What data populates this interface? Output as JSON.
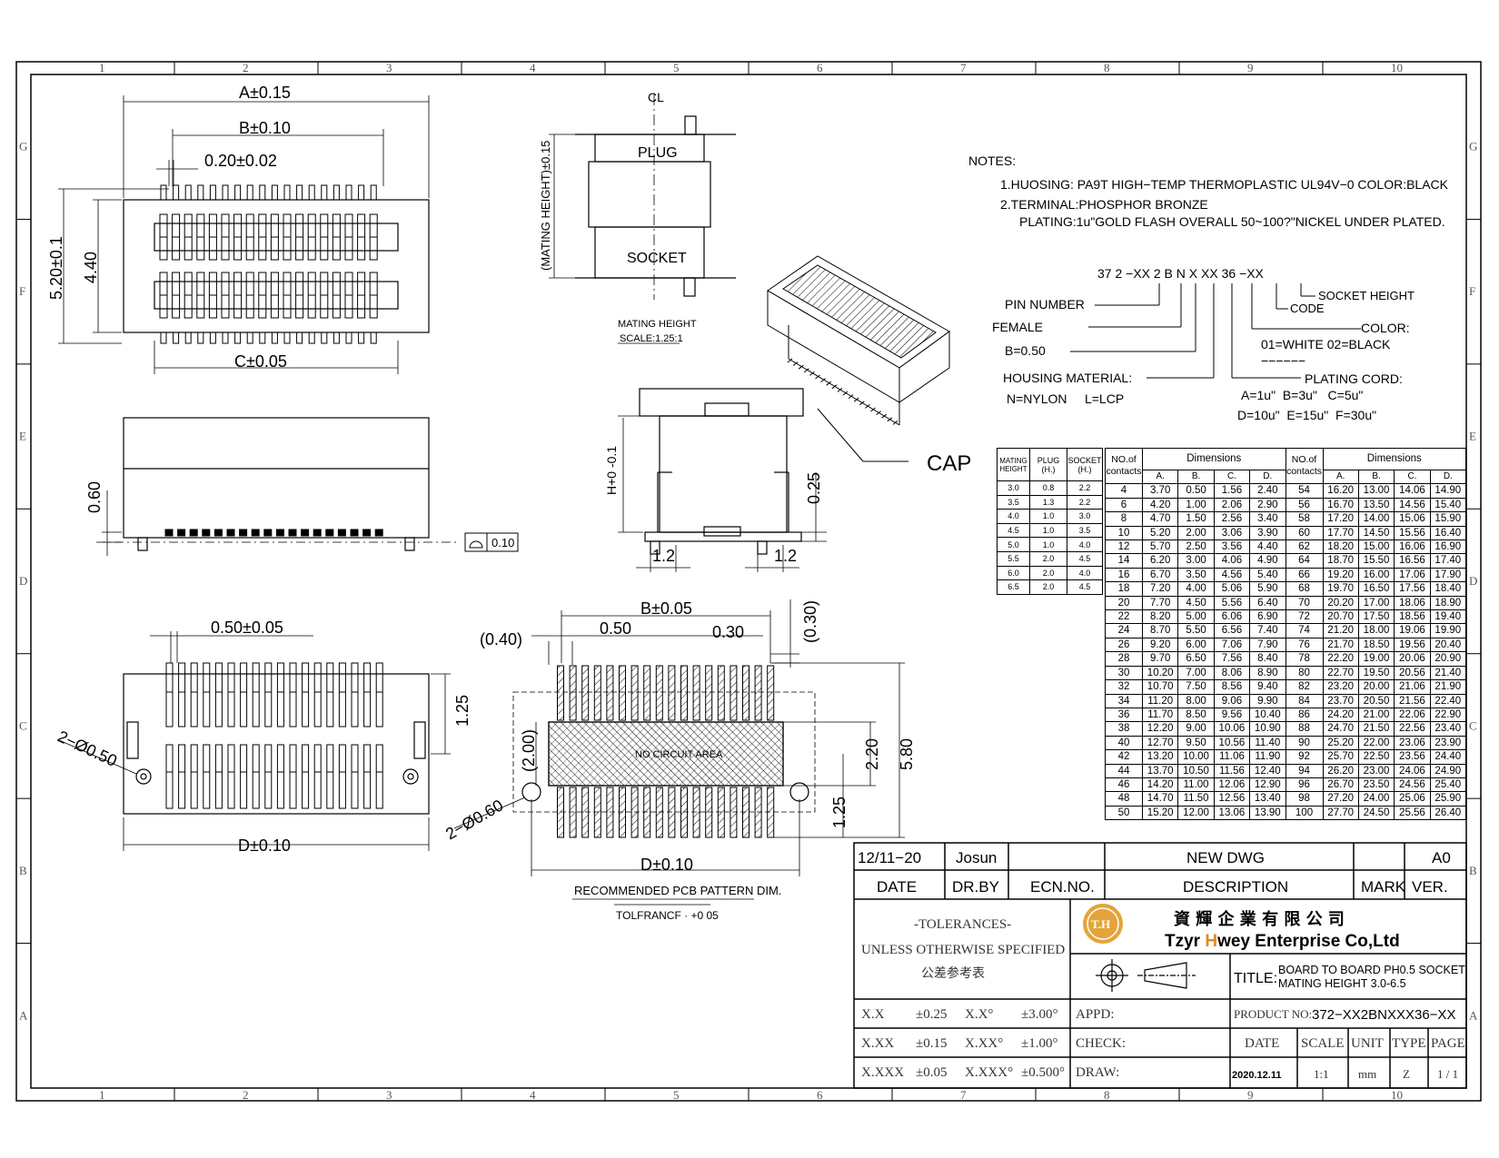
{
  "border": {
    "cols": [
      "1",
      "2",
      "3",
      "4",
      "5",
      "6",
      "7",
      "8",
      "9",
      "10"
    ],
    "rows": [
      "G",
      "F",
      "E",
      "D",
      "C",
      "B",
      "A"
    ]
  },
  "top_view": {
    "a_dim": "A±0.15",
    "b_dim": "B±0.10",
    "pitch_dim": "0.20±0.02",
    "w_dim": "5.20±0.1",
    "inner_dim": "4.40",
    "c_dim": "C±0.05"
  },
  "side_view": {
    "h_dim": "0.60",
    "flatness": "0.10"
  },
  "section_view": {
    "centerline": "CL",
    "plug": "PLUG",
    "socket": "SOCKET",
    "height_dim": "(MATING HEIGHT)±0.15",
    "caption": "MATING HEIGHT",
    "scale": "SCALE:1.25:1"
  },
  "cap_view": {
    "cap": "CAP",
    "h_dim": "H+0 -0.1",
    "t_dim": "0.25",
    "left_dim": "1.2",
    "right_dim": "1.2"
  },
  "bottom_view": {
    "pitch_dim": "0.50±0.05",
    "hole_dim": "2−Ø0.50",
    "row_dim": "1.25",
    "d_dim": "D±0.10"
  },
  "pcb": {
    "b_dim": "B±0.05",
    "left": "(0.40)",
    "pitch": "0.50",
    "pad": "0.30",
    "top": "(0.30)",
    "inner": "(2.00)",
    "no_circuit": "NO CIRCUIT AREA",
    "h1": "2.20",
    "h2": "5.80",
    "h3": "1.25",
    "hole": "2−Ø0.60",
    "d_dim": "D±0.10",
    "caption": "RECOMMENDED PCB PATTERN DIM.",
    "tol": "TOLFRANCF · +0 05"
  },
  "notes": {
    "title": "NOTES:",
    "n1": "1.HUOSING: PA9T HIGH−TEMP THERMOPLASTIC UL94V−0 COLOR:BLACK",
    "n2": "2.TERMINAL:PHOSPHOR BRONZE",
    "n3": "PLATING:1u\"GOLD FLASH OVERALL 50~100?\"NICKEL UNDER PLATED."
  },
  "part_code": {
    "code": "37 2 −XX 2 B N X XX 36 −XX",
    "pin_number": "PIN NUMBER",
    "female": "FEMALE",
    "pitch": "B=0.50",
    "housing": "HOUSING MATERIAL:",
    "housing_opts": "N=NYLON     L=LCP",
    "socket_height": "SOCKET HEIGHT",
    "code_label": "CODE",
    "color": "COLOR:",
    "color_opts": "01=WHITE  02=BLACK",
    "dashes": "−−−−−−",
    "plating": "PLATING CORD:",
    "plating_a": "A=1u\"  B=3u\"   C=5u\"",
    "plating_b": "D=10u\"  E=15u\"  F=30u\""
  },
  "mating_table": {
    "headers": [
      "MATING HEIGHT",
      "PLUG (H.)",
      "SOCKET (H.)"
    ],
    "rows": [
      [
        "3.0",
        "0.8",
        "2.2"
      ],
      [
        "3.5",
        "1.3",
        "2.2"
      ],
      [
        "4.0",
        "1.0",
        "3.0"
      ],
      [
        "4.5",
        "1.0",
        "3.5"
      ],
      [
        "5.0",
        "1.0",
        "4.0"
      ],
      [
        "5.5",
        "2.0",
        "4.5"
      ],
      [
        "6.0",
        "2.0",
        "4.0"
      ],
      [
        "6.5",
        "2.0",
        "4.5"
      ]
    ]
  },
  "dim_table": {
    "contacts_header": "NO.of contacts",
    "dims_header": "Dimensions",
    "cols": [
      "A.",
      "B.",
      "C.",
      "D."
    ],
    "left": [
      [
        "4",
        "3.70",
        "0.50",
        "1.56",
        "2.40"
      ],
      [
        "6",
        "4.20",
        "1.00",
        "2.06",
        "2.90"
      ],
      [
        "8",
        "4.70",
        "1.50",
        "2.56",
        "3.40"
      ],
      [
        "10",
        "5.20",
        "2.00",
        "3.06",
        "3.90"
      ],
      [
        "12",
        "5.70",
        "2.50",
        "3.56",
        "4.40"
      ],
      [
        "14",
        "6.20",
        "3.00",
        "4.06",
        "4.90"
      ],
      [
        "16",
        "6.70",
        "3.50",
        "4.56",
        "5.40"
      ],
      [
        "18",
        "7.20",
        "4.00",
        "5.06",
        "5.90"
      ],
      [
        "20",
        "7.70",
        "4.50",
        "5.56",
        "6.40"
      ],
      [
        "22",
        "8.20",
        "5.00",
        "6.06",
        "6.90"
      ],
      [
        "24",
        "8.70",
        "5.50",
        "6.56",
        "7.40"
      ],
      [
        "26",
        "9.20",
        "6.00",
        "7.06",
        "7.90"
      ],
      [
        "28",
        "9.70",
        "6.50",
        "7.56",
        "8.40"
      ],
      [
        "30",
        "10.20",
        "7.00",
        "8.06",
        "8.90"
      ],
      [
        "32",
        "10.70",
        "7.50",
        "8.56",
        "9.40"
      ],
      [
        "34",
        "11.20",
        "8.00",
        "9.06",
        "9.90"
      ],
      [
        "36",
        "11.70",
        "8.50",
        "9.56",
        "10.40"
      ],
      [
        "38",
        "12.20",
        "9.00",
        "10.06",
        "10.90"
      ],
      [
        "40",
        "12.70",
        "9.50",
        "10.56",
        "11.40"
      ],
      [
        "42",
        "13.20",
        "10.00",
        "11.06",
        "11.90"
      ],
      [
        "44",
        "13.70",
        "10.50",
        "11.56",
        "12.40"
      ],
      [
        "46",
        "14.20",
        "11.00",
        "12.06",
        "12.90"
      ],
      [
        "48",
        "14.70",
        "11.50",
        "12.56",
        "13.40"
      ],
      [
        "50",
        "15.20",
        "12.00",
        "13.06",
        "13.90"
      ]
    ],
    "right": [
      [
        "54",
        "16.20",
        "13.00",
        "14.06",
        "14.90"
      ],
      [
        "56",
        "16.70",
        "13.50",
        "14.56",
        "15.40"
      ],
      [
        "58",
        "17.20",
        "14.00",
        "15.06",
        "15.90"
      ],
      [
        "60",
        "17.70",
        "14.50",
        "15.56",
        "16.40"
      ],
      [
        "62",
        "18.20",
        "15.00",
        "16.06",
        "16.90"
      ],
      [
        "64",
        "18.70",
        "15.50",
        "16.56",
        "17.40"
      ],
      [
        "66",
        "19.20",
        "16.00",
        "17.06",
        "17.90"
      ],
      [
        "68",
        "19.70",
        "16.50",
        "17.56",
        "18.40"
      ],
      [
        "70",
        "20.20",
        "17.00",
        "18.06",
        "18.90"
      ],
      [
        "72",
        "20.70",
        "17.50",
        "18.56",
        "19.40"
      ],
      [
        "74",
        "21.20",
        "18.00",
        "19.06",
        "19.90"
      ],
      [
        "76",
        "21.70",
        "18.50",
        "19.56",
        "20.40"
      ],
      [
        "78",
        "22.20",
        "19.00",
        "20.06",
        "20.90"
      ],
      [
        "80",
        "22.70",
        "19.50",
        "20.56",
        "21.40"
      ],
      [
        "82",
        "23.20",
        "20.00",
        "21.06",
        "21.90"
      ],
      [
        "84",
        "23.70",
        "20.50",
        "21.56",
        "22.40"
      ],
      [
        "86",
        "24.20",
        "21.00",
        "22.06",
        "22.90"
      ],
      [
        "88",
        "24.70",
        "21.50",
        "22.56",
        "23.40"
      ],
      [
        "90",
        "25.20",
        "22.00",
        "23.06",
        "23.90"
      ],
      [
        "92",
        "25.70",
        "22.50",
        "23.56",
        "24.40"
      ],
      [
        "94",
        "26.20",
        "23.00",
        "24.06",
        "24.90"
      ],
      [
        "96",
        "26.70",
        "23.50",
        "24.56",
        "25.40"
      ],
      [
        "98",
        "27.20",
        "24.00",
        "25.06",
        "25.90"
      ],
      [
        "100",
        "27.70",
        "24.50",
        "25.56",
        "26.40"
      ]
    ]
  },
  "title_block": {
    "rev_date": "12/11−20",
    "rev_by": "Josun",
    "rev_desc": "NEW DWG",
    "rev_ver": "A0",
    "h_date": "DATE",
    "h_drby": "DR.BY",
    "h_ecn": "ECN.NO.",
    "h_desc": "DESCRIPTION",
    "h_mark": "MARK",
    "h_ver": "VER.",
    "tol_title": "-TOLERANCES-",
    "tol_sub": "UNLESS OTHERWISE SPECIFIED",
    "tol_cn": "公差参考表",
    "company_cn": "資 輝 企 業 有 限 公 司",
    "company_en_1": "Tzyr ",
    "company_en_h": "H",
    "company_en_2": "wey Enterprise Co,Ltd",
    "logo": "T.H",
    "title_label": "TITLE:",
    "title_1": "BOARD TO BOARD PH0.5 SOCKET",
    "title_2": "MATING HEIGHT 3.0-6.5",
    "tol_rows": [
      [
        "X.X",
        "±0.25",
        "X.X°",
        "±3.00°"
      ],
      [
        "X.XX",
        "±0.15",
        "X.XX°",
        "±1.00°"
      ],
      [
        "X.XXX",
        "±0.05",
        "X.XXX°",
        "±0.500°"
      ]
    ],
    "appd": "APPD:",
    "check": "CHECK:",
    "draw": "DRAW:",
    "product_label": "PRODUCT NO:",
    "product_no": "372−XX2BNXXX36−XX",
    "c_date": "DATE",
    "c_scale": "SCALE",
    "c_unit": "UNIT",
    "c_type": "TYPE",
    "c_page": "PAGE",
    "v_date": "2020.12.11",
    "v_scale": "1:1",
    "v_unit": "mm",
    "v_type": "Z",
    "v_page": "1 / 1"
  }
}
